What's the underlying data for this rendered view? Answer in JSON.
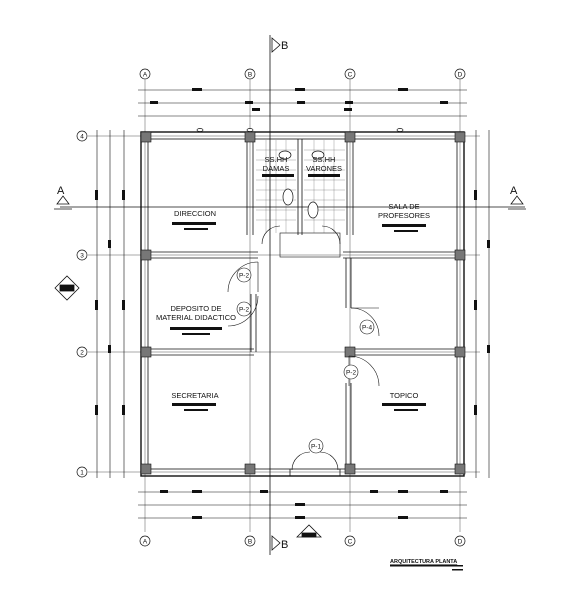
{
  "axes": {
    "columns": [
      "A",
      "B",
      "C",
      "D"
    ],
    "rows": [
      "4",
      "3",
      "2",
      "1"
    ]
  },
  "sections": {
    "vertical_top": "B",
    "vertical_bottom": "B",
    "horizontal_left": "A",
    "horizontal_right": "A"
  },
  "rooms": {
    "ss_hh_damas": [
      "SS.HH",
      "DAMAS"
    ],
    "ss_hh_varones": [
      "SS.HH",
      "VARONES"
    ],
    "direccion": "DIRECCION",
    "sala_profesores": [
      "SALA DE",
      "PROFESORES"
    ],
    "deposito": [
      "DEPOSITO DE",
      "MATERIAL DIDACTICO"
    ],
    "secretaria": "SECRETARIA",
    "topico": "TOPICO"
  },
  "doors": {
    "p2_upper": "P-2",
    "p2_lower": "P-2",
    "p4": "P-4",
    "p2_right": "P-2",
    "p1": "P-1"
  },
  "drawing_title": "ARQUITECTURA PLANTA"
}
